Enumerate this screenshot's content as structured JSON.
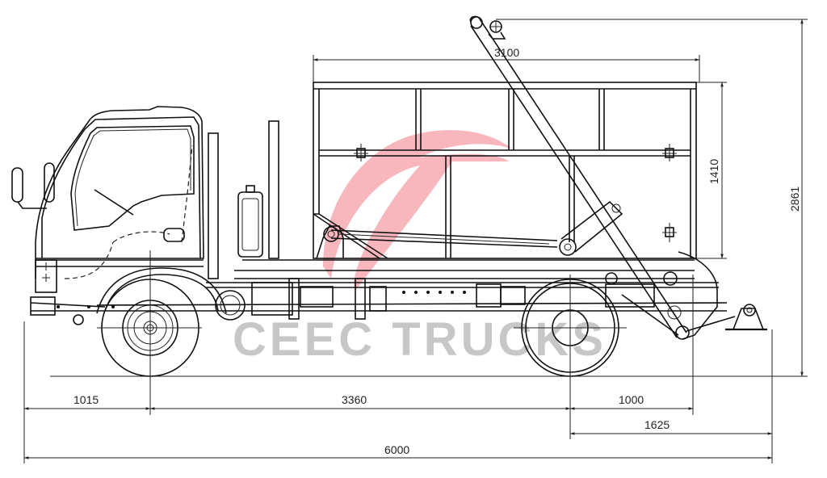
{
  "drawing": {
    "subject": "Skip loader truck side elevation",
    "units": "mm",
    "watermark": {
      "text": "CEEC TRUCKS",
      "logo_color": "#ef6f7a",
      "text_color": "#b5b5b5"
    },
    "dimensions": {
      "body_length": "3100",
      "body_height": "1410",
      "overall_height": "2861",
      "front_overhang": "1015",
      "wheelbase": "3360",
      "rear_axle_to_body_end": "1000",
      "rear_overhang": "1625",
      "overall_length": "6000"
    },
    "colors": {
      "line": "#111111",
      "background": "#ffffff"
    }
  }
}
